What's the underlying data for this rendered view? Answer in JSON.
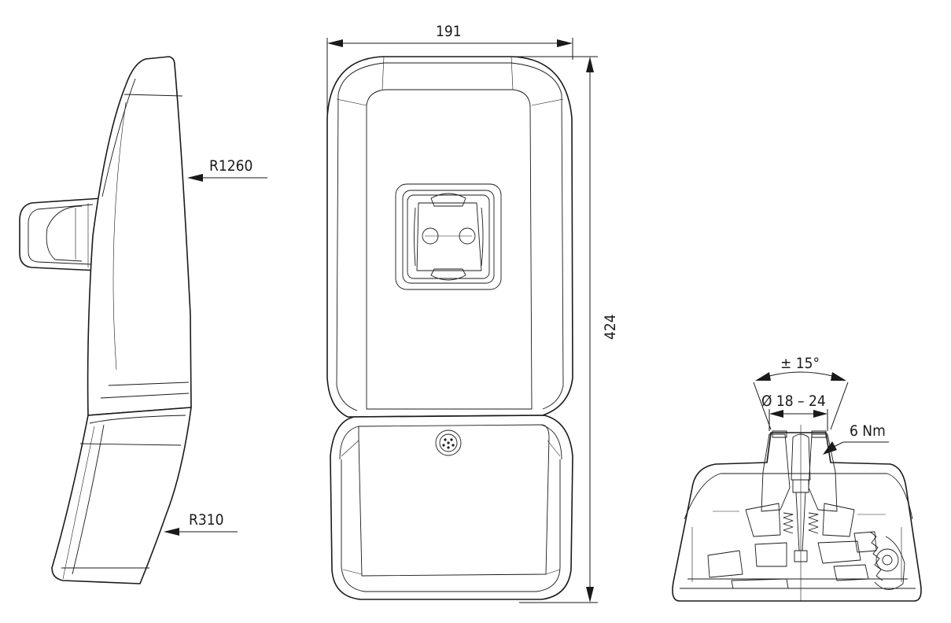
{
  "dimensions": {
    "width": "191",
    "height": "424",
    "radius_large": "R1260",
    "radius_small": "R310",
    "tilt_angle": "± 15°",
    "diameter_range": "Ø 18 – 24",
    "torque": "6 Nm"
  },
  "colors": {
    "line": "#1a1a1a",
    "background": "#ffffff"
  }
}
